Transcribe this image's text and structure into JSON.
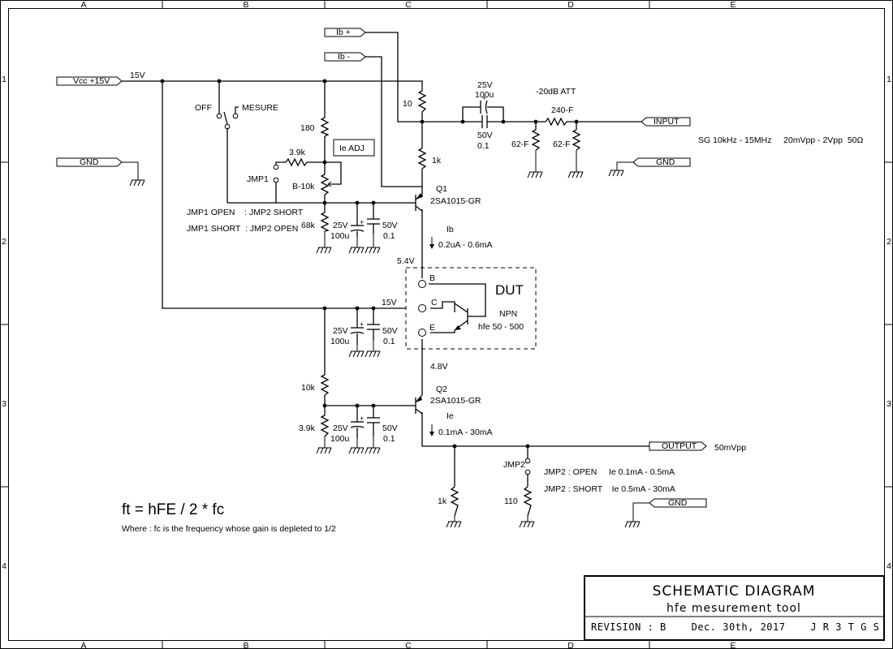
{
  "frame": {
    "col_labels": [
      "A",
      "B",
      "C",
      "D",
      "E"
    ],
    "row_labels": [
      "1",
      "2",
      "3",
      "4"
    ]
  },
  "ports": {
    "ib_plus": "Ib +",
    "ib_minus": "Ib -",
    "vcc": "Vcc +15V",
    "gnd": "GND",
    "input": "INPUT",
    "output": "OUTPUT"
  },
  "voltages": {
    "v15_top": "15V",
    "v15_mid": "15V",
    "v54": "5.4V",
    "v48": "4.8V"
  },
  "switch": {
    "off": "OFF",
    "measure": "MESURE"
  },
  "components": {
    "r10": "10",
    "r180": "180",
    "r1k_top": "1k",
    "r39k_top": "3.9k",
    "jmp1": "JMP1",
    "b10k": "B-10k",
    "ie_adj": "Ie ADJ",
    "r68k": "68k",
    "c1_v": "25V",
    "c1_u": "100u",
    "c2_v": "50V",
    "c2_u": "0.1",
    "ctop_v": "25V",
    "ctop_u": "100u",
    "ctop2_v": "50V",
    "ctop2_u": "0.1",
    "att": "-20dB ATT",
    "r240": "240-F",
    "r62a": "62-F",
    "r62b": "62-F",
    "q1": "Q1",
    "q1_part": "2SA1015-GR",
    "c3_v": "25V",
    "c3_u": "100u",
    "c4_v": "50V",
    "c4_u": "0.1",
    "r10k": "10k",
    "r39k_bot": "3.9k",
    "c5_v": "25V",
    "c5_u": "100u",
    "c6_v": "50V",
    "c6_u": "0.1",
    "q2": "Q2",
    "q2_part": "2SA1015-GR",
    "r1k_bot": "1k",
    "jmp2": "JMP2",
    "r110": "110"
  },
  "notes": {
    "jmp1_open": "JMP1 OPEN    : JMP2 SHORT",
    "jmp1_short": "JMP1 SHORT  : JMP2 OPEN",
    "sg": "SG 10kHz - 15MHz     20mVpp - 2Vpp  50Ω",
    "ib": "Ib",
    "ib_range": "0.2uA - 0.6mA",
    "ie": "Ie",
    "ie_range": "0.1mA - 30mA",
    "out_level": "50mVpp",
    "jmp2_open": "JMP2 : OPEN     Ie 0.1mA - 0.5mA",
    "jmp2_short": "JMP2 : SHORT    Ie 0.5mA - 30mA",
    "formula": "ft = hFE / 2 * fc",
    "where": "Where : fc is the frequency whose gain is depleted to 1/2"
  },
  "dut": {
    "title": "DUT",
    "pin_b": "B",
    "pin_c": "C",
    "pin_e": "E",
    "type": "NPN",
    "hfe": "hfe 50 - 500"
  },
  "title_block": {
    "title": "SCHEMATIC DIAGRAM",
    "subtitle": "hfe mesurement tool",
    "revision": "REVISION : B    Dec. 30th, 2017    J R 3 T G S"
  }
}
